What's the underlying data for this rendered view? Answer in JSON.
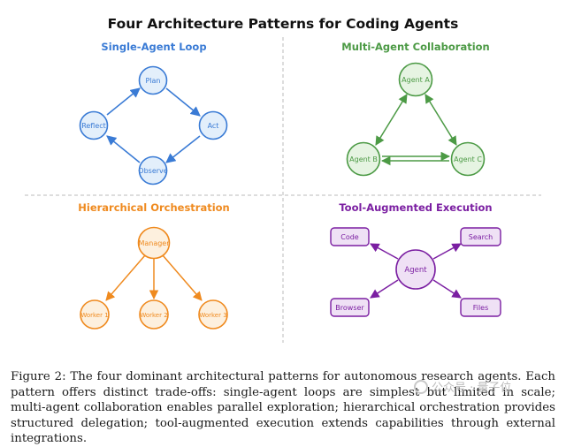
{
  "title": "Four Architecture Patterns for Coding Agents",
  "colors": {
    "single": "#3a7bd5",
    "single_fill": "#e3effb",
    "multi": "#4c9a45",
    "multi_fill": "#e6f4e2",
    "hier": "#ef8a1f",
    "hier_fill": "#fdf0de",
    "tool": "#7b1fa2",
    "tool_fill": "#efe1f5",
    "divider": "#bbbbbb"
  },
  "panels": {
    "single": {
      "title": "Single-Agent Loop",
      "nodes": {
        "plan": "Plan",
        "act": "Act",
        "observe": "Observe",
        "reflect": "Reflect"
      }
    },
    "multi": {
      "title": "Multi-Agent Collaboration",
      "nodes": {
        "a": "Agent A",
        "b": "Agent B",
        "c": "Agent C"
      }
    },
    "hier": {
      "title": "Hierarchical Orchestration",
      "nodes": {
        "manager": "Manager",
        "w1": "Worker 1",
        "w2": "Worker 2",
        "w3": "Worker 3"
      }
    },
    "tool": {
      "title": "Tool-Augmented Execution",
      "nodes": {
        "agent": "Agent",
        "code": "Code",
        "search": "Search",
        "browser": "Browser",
        "files": "Files"
      }
    }
  },
  "caption": "Figure 2: The four dominant architectural patterns for autonomous research agents. Each pattern offers distinct trade-offs: single-agent loops are simplest but limited in scale; multi-agent collaboration enables parallel exploration; hierarchical orchestration provides structured delegation; tool-augmented execution extends capabilities through external integrations.",
  "watermark": "公众号 · 量子位"
}
